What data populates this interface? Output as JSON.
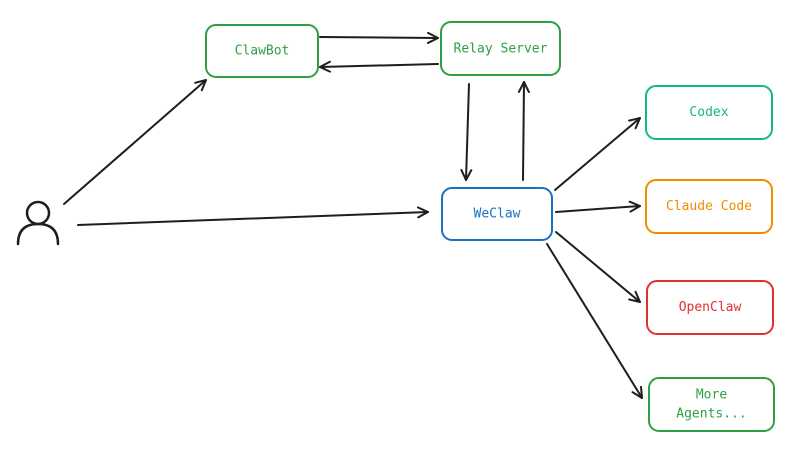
{
  "colors": {
    "green": "#2f9e44",
    "teal": "#12b886",
    "blue": "#1971c2",
    "orange": "#f08c00",
    "red": "#e03131",
    "arrow": "#1e1e1e"
  },
  "nodes": {
    "clawbot": {
      "label": "ClawBot"
    },
    "relay": {
      "label": "Relay Server"
    },
    "weclaw": {
      "label": "WeClaw"
    },
    "codex": {
      "label": "Codex"
    },
    "claude_code": {
      "label": "Claude Code"
    },
    "openclaw": {
      "label": "OpenClaw"
    },
    "more_agents": {
      "line1": "More",
      "line2": "Agents..."
    }
  },
  "user": {
    "icon": "person-icon"
  }
}
